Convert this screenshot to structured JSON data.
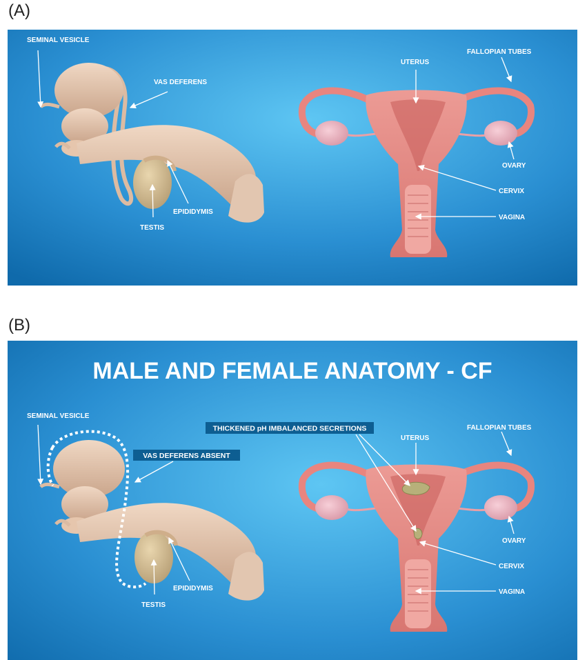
{
  "panel_a": {
    "letter": "(A)",
    "labels": {
      "seminal_vesicle": "SEMINAL VESICLE",
      "vas_deferens": "VAS DEFERENS",
      "testis": "TESTIS",
      "epididymis": "EPIDIDYMIS",
      "uterus": "UTERUS",
      "fallopian_tubes": "FALLOPIAN TUBES",
      "ovary": "OVARY",
      "cervix": "CERVIX",
      "vagina": "VAGINA"
    }
  },
  "panel_b": {
    "letter": "(B)",
    "title": "MALE AND FEMALE ANATOMY - CF",
    "labels": {
      "seminal_vesicle": "SEMINAL VESICLE",
      "vas_deferens_absent": "VAS DEFERENS ABSENT",
      "thickened_secretions": "THICKENED pH IMBALANCED SECRETIONS",
      "testis": "TESTIS",
      "epididymis": "EPIDIDYMIS",
      "uterus": "UTERUS",
      "fallopian_tubes": "FALLOPIAN TUBES",
      "ovary": "OVARY",
      "cervix": "CERVIX",
      "vagina": "VAGINA"
    }
  },
  "colors": {
    "background_light": "#5cc4f2",
    "background_dark": "#0f6cae",
    "male_anatomy": "#e6c6ad",
    "testis": "#d9c29a",
    "uterus": "#e58a86",
    "ovary": "#eeb3bf",
    "secretion": "#b7b07a",
    "label_box": "#0d5e92"
  }
}
